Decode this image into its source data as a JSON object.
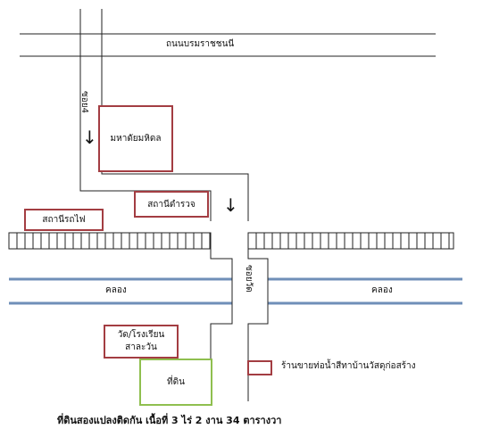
{
  "roads": {
    "main_road": "ถนนบรมราชชนนี",
    "soi4": "ซอย4",
    "soi_right": "ซอยวัด"
  },
  "canal": {
    "left_label": "คลอง",
    "right_label": "คลอง"
  },
  "places": {
    "university": "มหาดัยมหิดล",
    "police": "สถานีดำรวจ",
    "train_station": "สถานีรถไฟ",
    "temple_line1": "วัด/โรงเรียน",
    "temple_line2": "สาละวัน",
    "land": "ที่ดิน"
  },
  "legend": {
    "shop": "ร้านขายท่อน้ำสีทาบ้านวัสดุก่อสร้าง"
  },
  "caption": "ที่ดินสองแปลงติดกัน เนื้อที่ 3 ไร่ 2 งาน 34 ตารางวา",
  "icons": {
    "arrow_left": "down-arrow",
    "arrow_right": "down-arrow"
  },
  "colors": {
    "landmark_border": "#a33d42",
    "land_border": "#8fbf4f",
    "canal_line": "#6f8fb8"
  }
}
